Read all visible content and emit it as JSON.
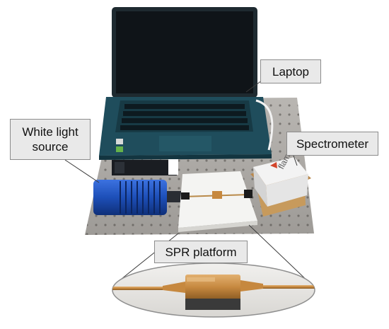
{
  "labels": {
    "laptop": "Laptop",
    "white_light_line1": "White light",
    "white_light_line2": "source",
    "spectrometer": "Spectrometer",
    "spr_platform": "SPR platform"
  },
  "device_text": {
    "spectrometer_brand": "flame"
  },
  "colors": {
    "laptop_body": "#1f4d5c",
    "screen": "#101418",
    "light_source": "#1d4fb8",
    "table": "#a9a6a2",
    "label_bg": "#e9e9e9",
    "gold": "#c6883f"
  }
}
